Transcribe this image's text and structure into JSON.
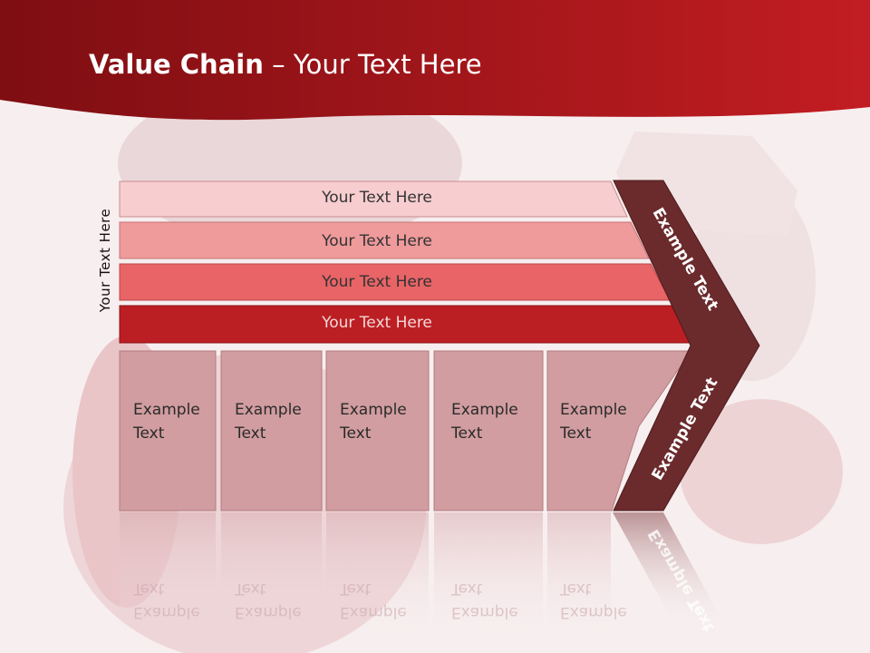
{
  "title": {
    "bold": "Value Chain",
    "rest": " – Your Text Here"
  },
  "side_label": "Your Text Here",
  "bars": [
    {
      "label": "Your Text Here",
      "color": "#f7cdcf",
      "text_color": "#333333"
    },
    {
      "label": "Your Text Here",
      "color": "#ef9a9b",
      "text_color": "#333333"
    },
    {
      "label": "Your Text Here",
      "color": "#e86466",
      "text_color": "#333333"
    },
    {
      "label": "Your Text Here",
      "color": "#bc1f23",
      "text_color": "#f4d8d9"
    }
  ],
  "cells": [
    {
      "line1": "Example",
      "line2": "Text"
    },
    {
      "line1": "Example",
      "line2": "Text"
    },
    {
      "line1": "Example",
      "line2": "Text"
    },
    {
      "line1": "Example",
      "line2": "Text"
    },
    {
      "line1": "Example",
      "line2": "Text"
    }
  ],
  "chevron": {
    "upper": "Example Text",
    "lower": "Example Text",
    "color": "#6b2a2c"
  },
  "colors": {
    "header": "#a8141a",
    "cell": "#d19da0",
    "background": "#f7eeef"
  }
}
